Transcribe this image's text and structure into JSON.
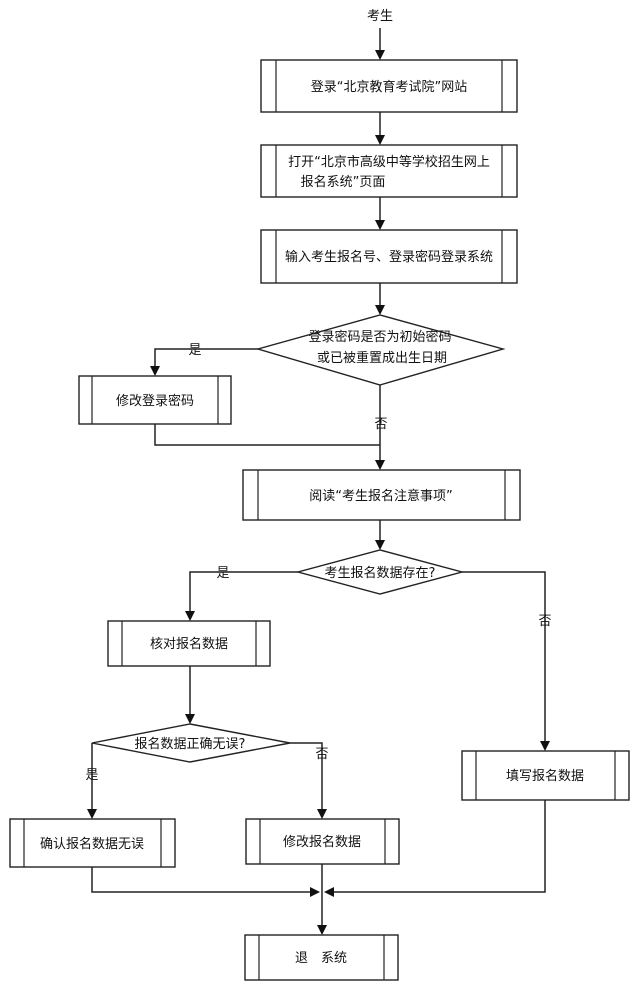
{
  "flowchart": {
    "start_label": "考生",
    "steps": {
      "login_site": "登录“北京教育考试院”网站",
      "open_system_line1": "打开“北京市高级中等学校招生网上",
      "open_system_line2": "报名系统”页面",
      "enter_credentials": "输入考生报名号、登录密码登录系统",
      "modify_password": "修改登录密码",
      "read_notice": "阅读“考生报名注意事项”",
      "verify_data": "核对报名数据",
      "fill_data": "填写报名数据",
      "confirm_data": "确认报名数据无误",
      "modify_data": "修改报名数据",
      "exit_system": "退　系统"
    },
    "decisions": {
      "initial_password_line1": "登录密码是否为初始密码",
      "initial_password_line2": "或已被重置成出生日期",
      "data_exists": "考生报名数据存在?",
      "data_correct": "报名数据正确无误?"
    },
    "edge_labels": {
      "yes": "是",
      "no": "否"
    }
  }
}
